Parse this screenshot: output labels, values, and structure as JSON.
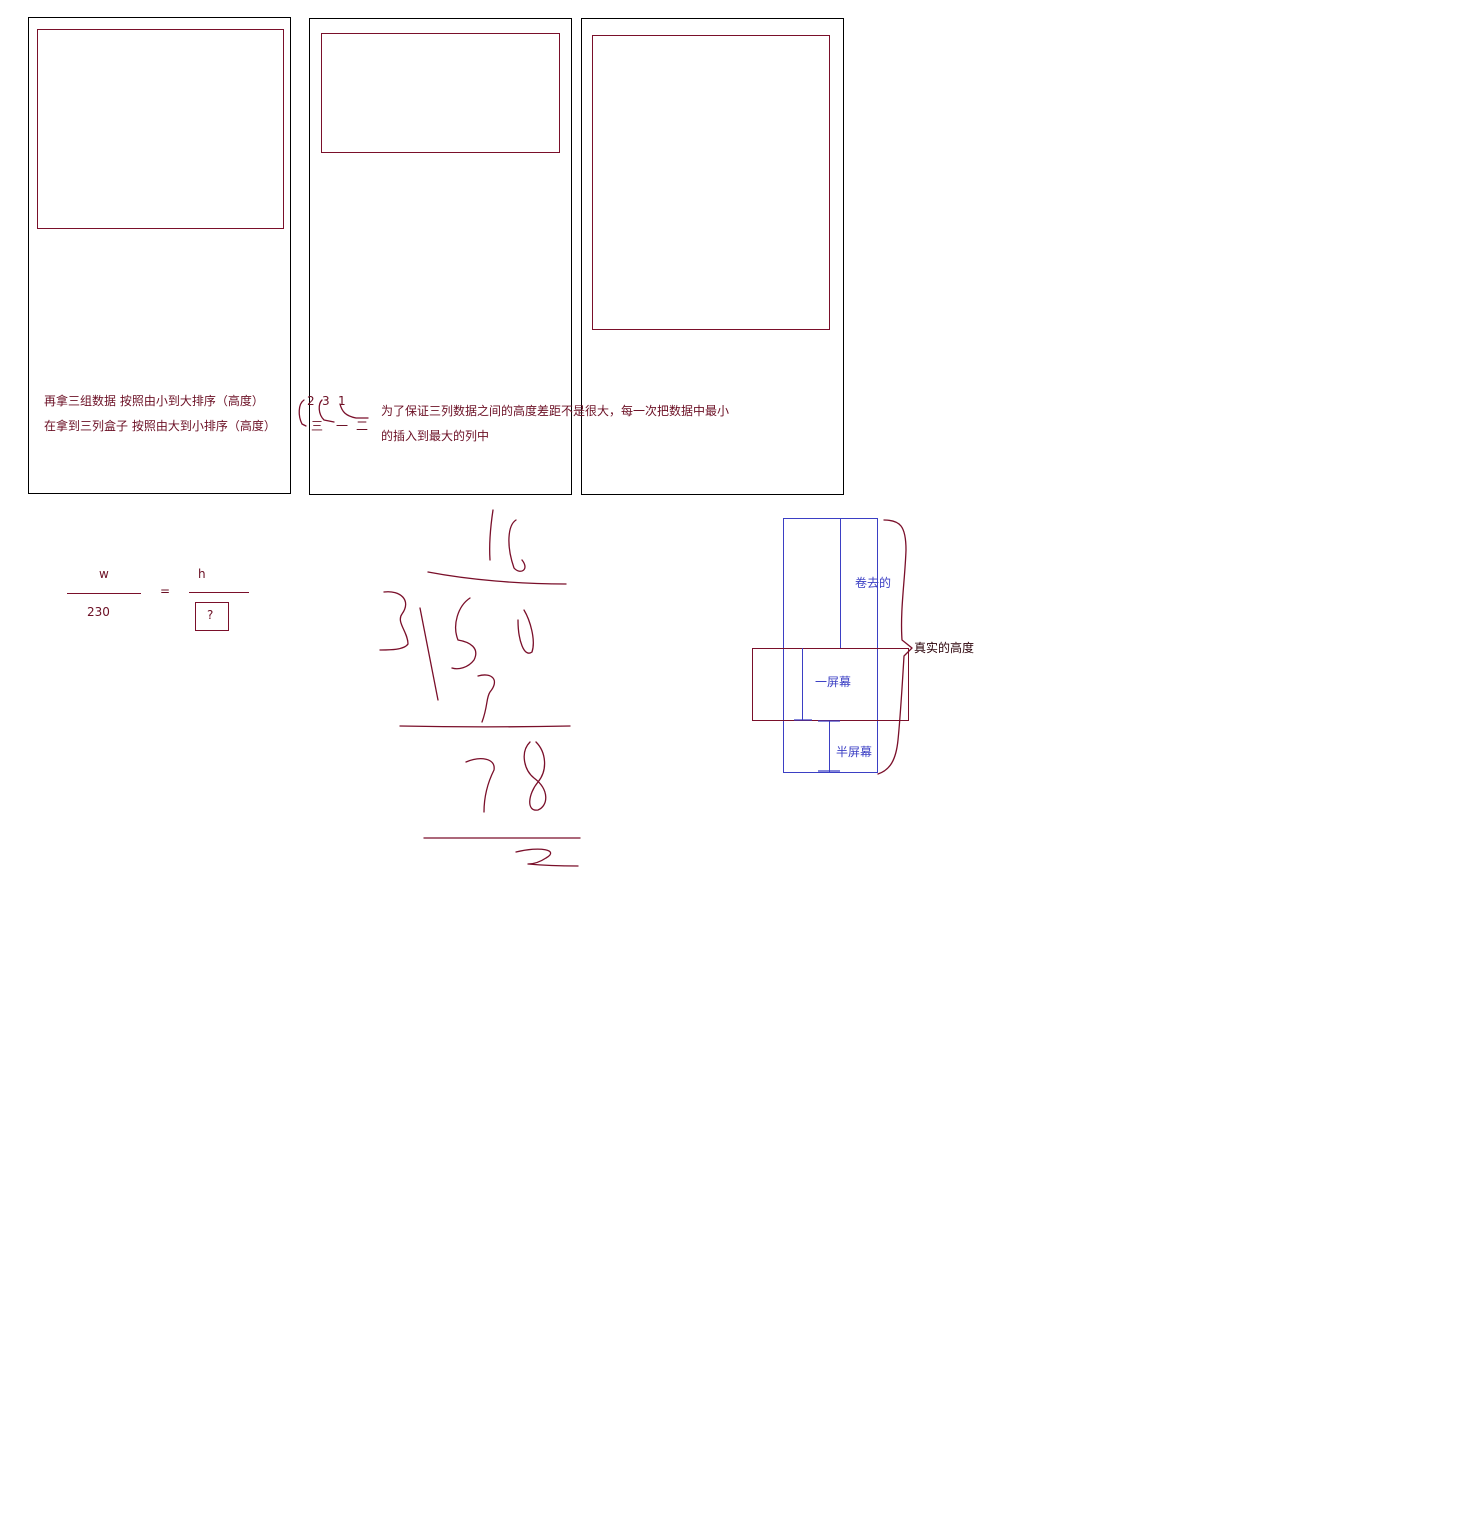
{
  "notes": {
    "line1": "再拿三组数据   按照由小到大排序（高度）",
    "line2": "在拿到三列盒子  按照由大到小排序（高度）",
    "order_numbers": [
      "2",
      "3",
      "1"
    ],
    "order_marks": [
      "三",
      "一",
      "二"
    ],
    "explanation_line1": "为了保证三列数据之间的高度差距不是很大，每一次把数据中最小",
    "explanation_line2": "的插入到最大的列中"
  },
  "ratio": {
    "w": "w",
    "base": "230",
    "equals": "=",
    "h": "h",
    "unknown": "?"
  },
  "scroll": {
    "scrolled": "卷去的",
    "one_screen": "一屏幕",
    "half_screen": "半屏幕",
    "real_height": "真实的高度"
  },
  "colors": {
    "ink": "#7a0f2a",
    "blue": "#3b3fc4",
    "border": "#000000"
  }
}
